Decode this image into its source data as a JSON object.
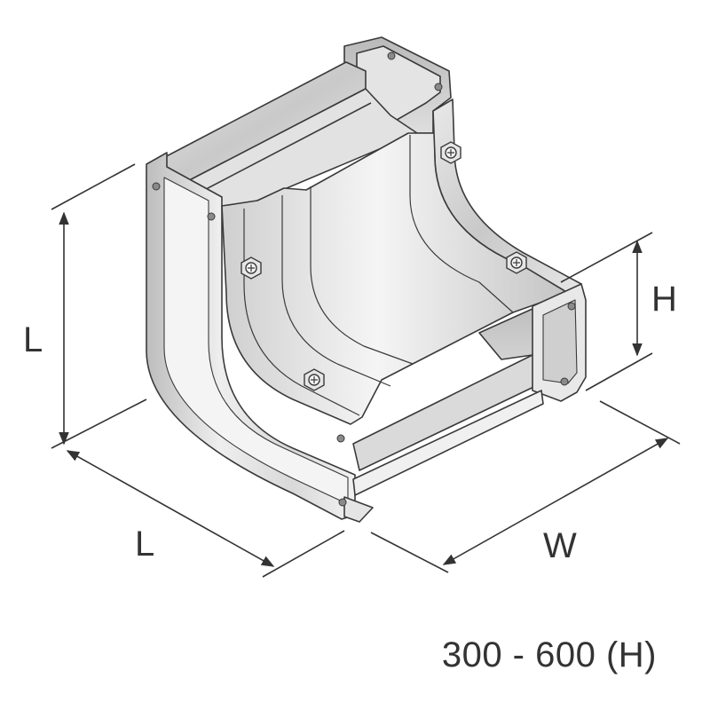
{
  "labels": {
    "height_left": "L",
    "length_bottom": "L",
    "width": "W",
    "height_right": "H"
  },
  "caption": "300 - 600 (H)",
  "colors": {
    "outline": "#3a3a3a",
    "metal_light": "#f1f1f1",
    "metal_mid": "#d4d4d4",
    "metal_dark": "#a9a9a9",
    "text": "#333333"
  },
  "icons": [
    "hex-bolt-icon",
    "rivet-hole-icon",
    "dimension-arrow-icon"
  ]
}
